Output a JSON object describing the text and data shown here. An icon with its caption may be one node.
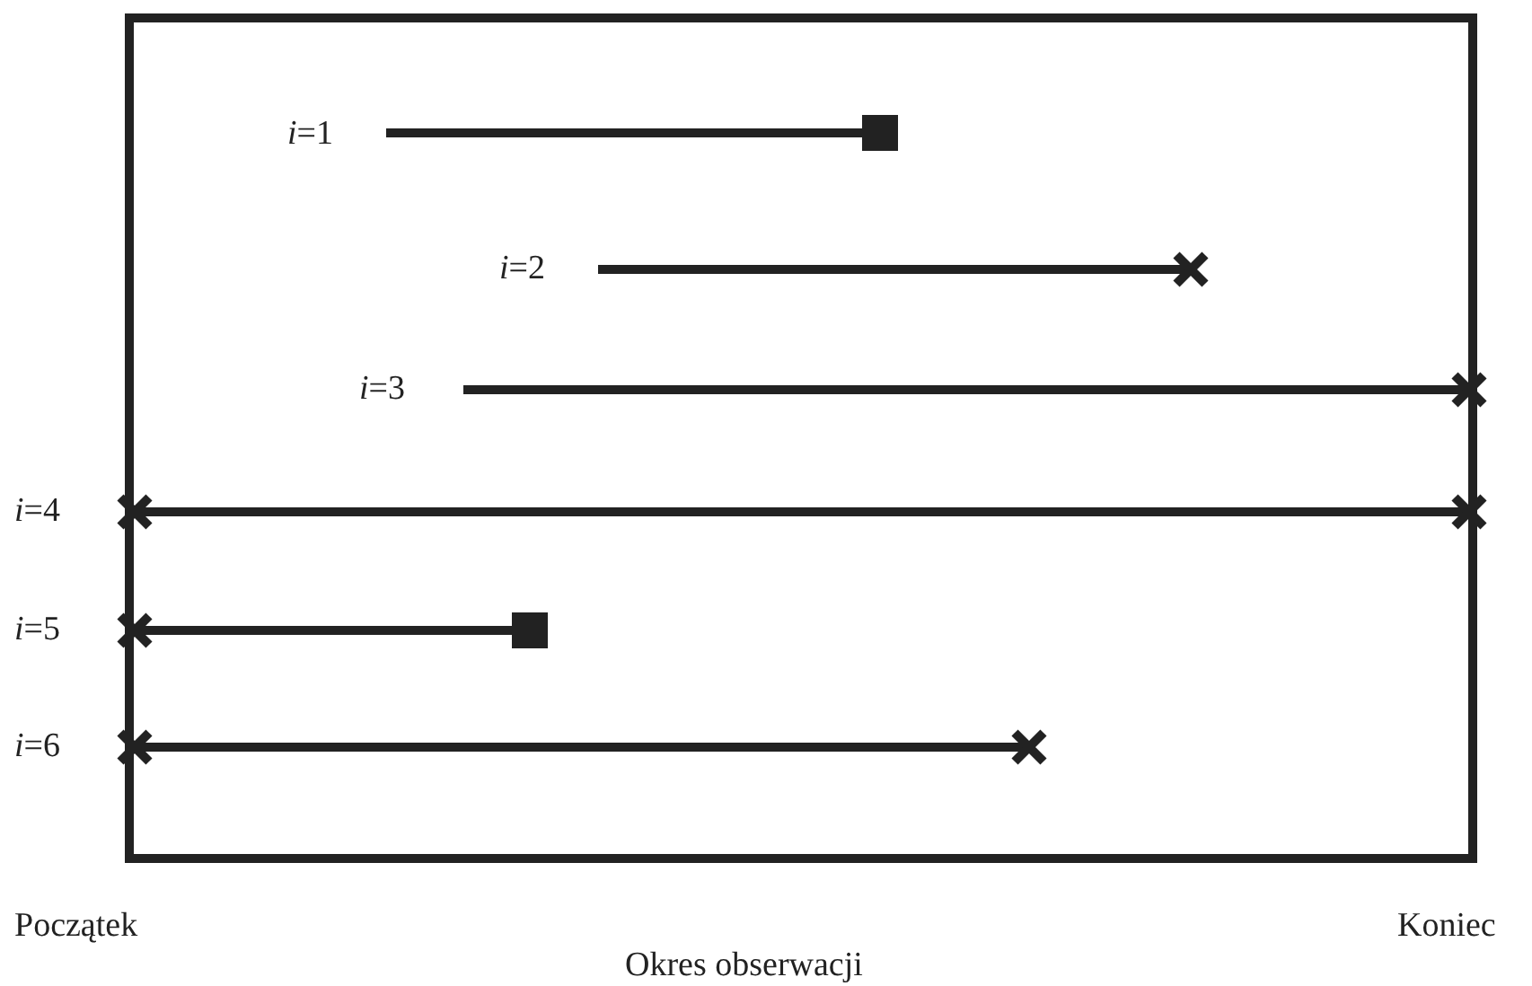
{
  "diagram": {
    "labels": [
      "*i*=1",
      "*i*=2",
      "*i*=3",
      "*i*=4",
      "*i*=5",
      "*i*=6",
      "Początek",
      "Okres obserwacji",
      "Koniec"
    ]
  }
}
